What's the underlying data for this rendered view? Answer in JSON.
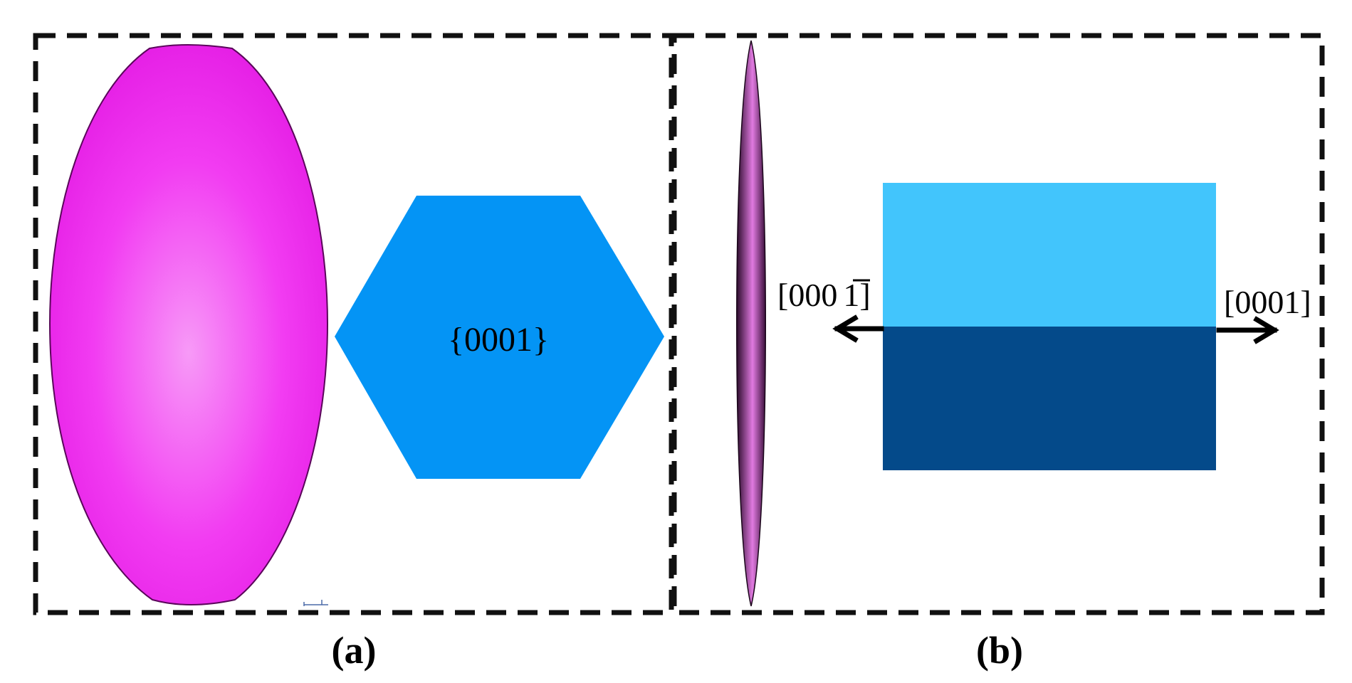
{
  "panel_a": {
    "label": "(a)",
    "facet_label": "{0001}",
    "colors": {
      "ellipsoid_light": "#f79af7",
      "ellipsoid_mid": "#f23cf2",
      "ellipsoid_edge": "#7a0a7a",
      "hexagon": "#0494f5"
    }
  },
  "panel_b": {
    "label": "(b)",
    "left_direction_digits": "000",
    "left_direction_barred_digit": "1",
    "right_direction": "[0001]",
    "colors": {
      "needle_light": "#e07ae0",
      "needle_dark": "#2a0a2a",
      "block_top": "#42c5fc",
      "block_bottom": "#044a8a"
    }
  },
  "frame": {
    "border_color": "#111111"
  }
}
